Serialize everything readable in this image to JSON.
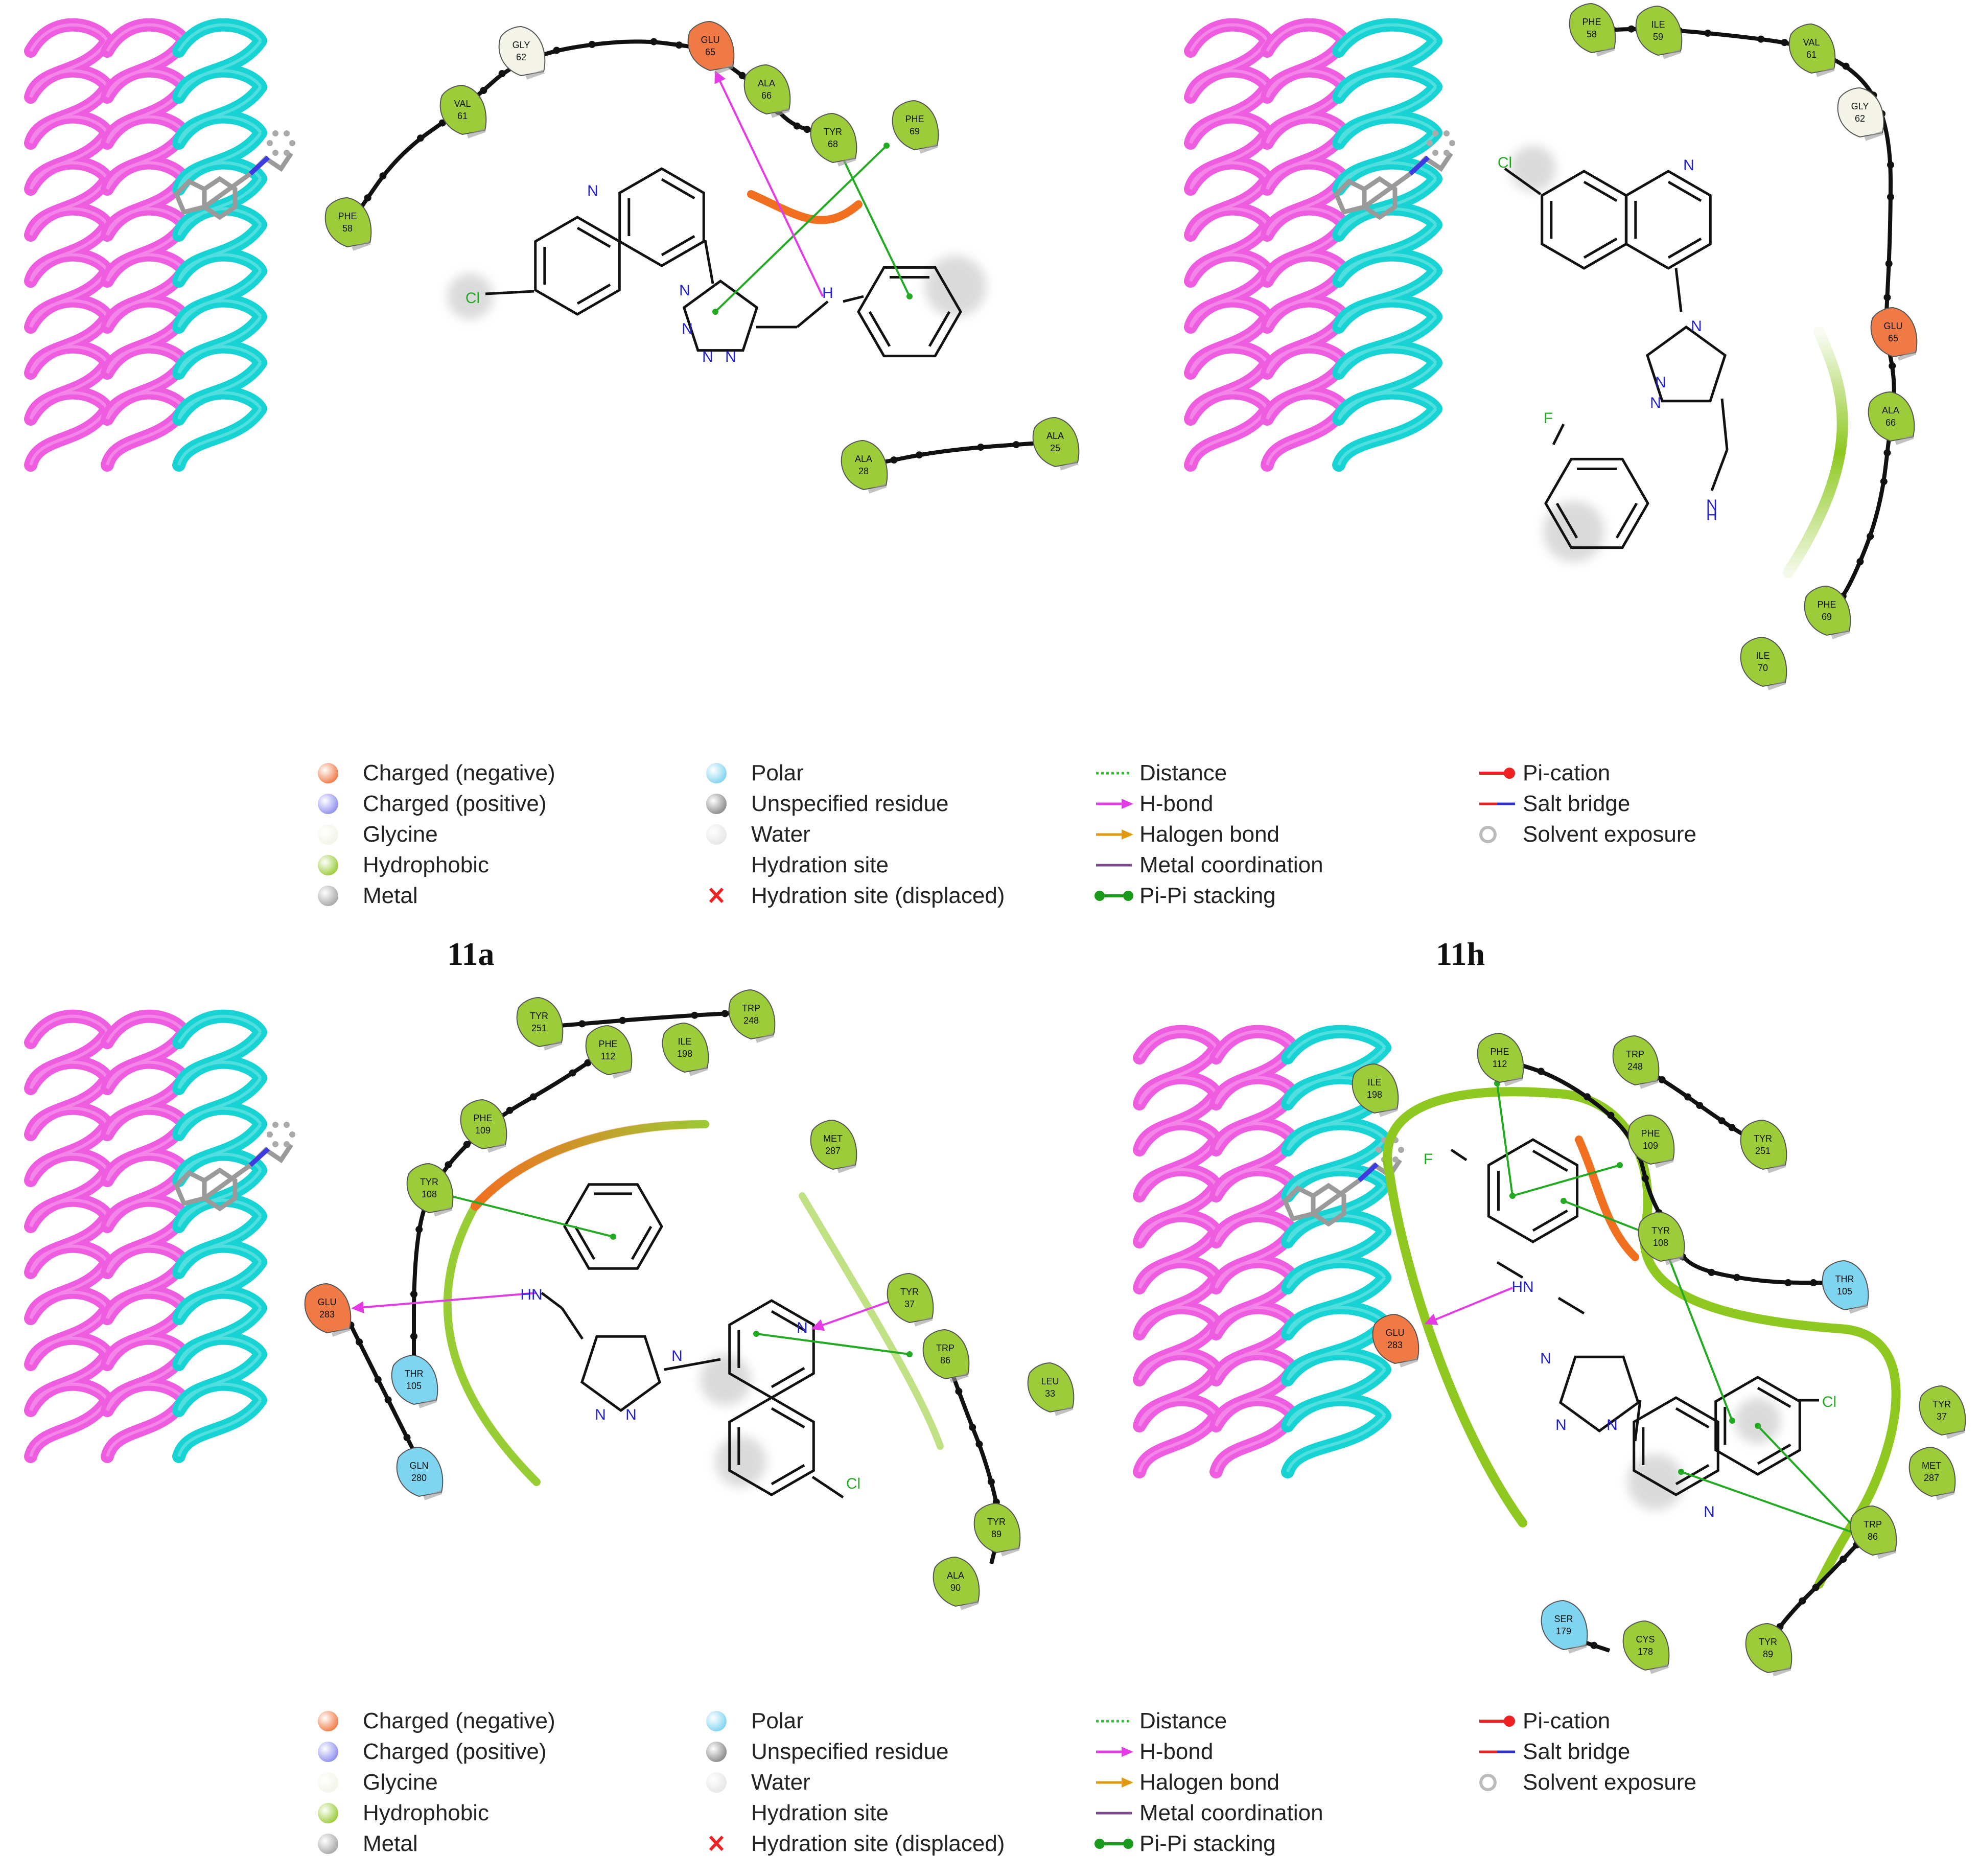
{
  "panels": [
    {
      "label": "11a",
      "residues": [
        {
          "name": "GLY",
          "num": "62",
          "kind": "glycine"
        },
        {
          "name": "GLU",
          "num": "65",
          "kind": "negative"
        },
        {
          "name": "ALA",
          "num": "66",
          "kind": "hydrophobic"
        },
        {
          "name": "VAL",
          "num": "61",
          "kind": "hydrophobic"
        },
        {
          "name": "TYR",
          "num": "68",
          "kind": "hydrophobic"
        },
        {
          "name": "PHE",
          "num": "69",
          "kind": "hydrophobic"
        },
        {
          "name": "PHE",
          "num": "58",
          "kind": "hydrophobic"
        },
        {
          "name": "ALA",
          "num": "25",
          "kind": "hydrophobic"
        },
        {
          "name": "ALA",
          "num": "28",
          "kind": "hydrophobic"
        }
      ],
      "atoms": [
        "N",
        "Cl",
        "N",
        "N",
        "N",
        "N",
        "H"
      ]
    },
    {
      "label": "11h",
      "residues": [
        {
          "name": "PHE",
          "num": "58",
          "kind": "hydrophobic"
        },
        {
          "name": "ILE",
          "num": "59",
          "kind": "hydrophobic"
        },
        {
          "name": "VAL",
          "num": "61",
          "kind": "hydrophobic"
        },
        {
          "name": "GLY",
          "num": "62",
          "kind": "glycine"
        },
        {
          "name": "GLU",
          "num": "65",
          "kind": "negative"
        },
        {
          "name": "ALA",
          "num": "66",
          "kind": "hydrophobic"
        },
        {
          "name": "PHE",
          "num": "69",
          "kind": "hydrophobic"
        },
        {
          "name": "ILE",
          "num": "70",
          "kind": "hydrophobic"
        }
      ],
      "atoms": [
        "Cl",
        "N",
        "N",
        "N",
        "N",
        "F",
        "N",
        "H"
      ]
    },
    {
      "label": "",
      "residues": [
        {
          "name": "TYR",
          "num": "251",
          "kind": "hydrophobic"
        },
        {
          "name": "TRP",
          "num": "248",
          "kind": "hydrophobic"
        },
        {
          "name": "PHE",
          "num": "112",
          "kind": "hydrophobic"
        },
        {
          "name": "ILE",
          "num": "198",
          "kind": "hydrophobic"
        },
        {
          "name": "PHE",
          "num": "109",
          "kind": "hydrophobic"
        },
        {
          "name": "MET",
          "num": "287",
          "kind": "hydrophobic"
        },
        {
          "name": "TYR",
          "num": "108",
          "kind": "hydrophobic"
        },
        {
          "name": "GLU",
          "num": "283",
          "kind": "negative"
        },
        {
          "name": "THR",
          "num": "105",
          "kind": "polar"
        },
        {
          "name": "TYR",
          "num": "37",
          "kind": "hydrophobic"
        },
        {
          "name": "TRP",
          "num": "86",
          "kind": "hydrophobic"
        },
        {
          "name": "LEU",
          "num": "33",
          "kind": "hydrophobic"
        },
        {
          "name": "GLN",
          "num": "280",
          "kind": "polar"
        },
        {
          "name": "TYR",
          "num": "89",
          "kind": "hydrophobic"
        },
        {
          "name": "ALA",
          "num": "90",
          "kind": "hydrophobic"
        }
      ],
      "atoms": [
        "HN",
        "N",
        "N",
        "N",
        "N",
        "Cl"
      ]
    },
    {
      "label": "",
      "residues": [
        {
          "name": "TRP",
          "num": "248",
          "kind": "hydrophobic"
        },
        {
          "name": "PHE",
          "num": "112",
          "kind": "hydrophobic"
        },
        {
          "name": "ILE",
          "num": "198",
          "kind": "hydrophobic"
        },
        {
          "name": "PHE",
          "num": "109",
          "kind": "hydrophobic"
        },
        {
          "name": "TYR",
          "num": "251",
          "kind": "hydrophobic"
        },
        {
          "name": "TYR",
          "num": "108",
          "kind": "hydrophobic"
        },
        {
          "name": "THR",
          "num": "105",
          "kind": "polar"
        },
        {
          "name": "GLU",
          "num": "283",
          "kind": "negative"
        },
        {
          "name": "TYR",
          "num": "37",
          "kind": "hydrophobic"
        },
        {
          "name": "MET",
          "num": "287",
          "kind": "hydrophobic"
        },
        {
          "name": "TRP",
          "num": "86",
          "kind": "hydrophobic"
        },
        {
          "name": "SER",
          "num": "179",
          "kind": "polar"
        },
        {
          "name": "CYS",
          "num": "178",
          "kind": "hydrophobic"
        },
        {
          "name": "TYR",
          "num": "89",
          "kind": "hydrophobic"
        }
      ],
      "atoms": [
        "F",
        "HN",
        "N",
        "N",
        "N",
        "Cl",
        "N"
      ]
    }
  ],
  "legend": [
    {
      "label": "Charged (negative)",
      "symbol": "negative"
    },
    {
      "label": "Charged (positive)",
      "symbol": "positive"
    },
    {
      "label": "Glycine",
      "symbol": "glycine"
    },
    {
      "label": "Hydrophobic",
      "symbol": "hydrophobic"
    },
    {
      "label": "Metal",
      "symbol": "metal"
    },
    {
      "label": "Polar",
      "symbol": "polar"
    },
    {
      "label": "Unspecified residue",
      "symbol": "unspecified"
    },
    {
      "label": "Water",
      "symbol": "water"
    },
    {
      "label": "Hydration site",
      "symbol": "none"
    },
    {
      "label": "Hydration site (displaced)",
      "symbol": "cross"
    },
    {
      "label": "Distance",
      "symbol": "distance"
    },
    {
      "label": "H-bond",
      "symbol": "hbond"
    },
    {
      "label": "Halogen bond",
      "symbol": "halogen"
    },
    {
      "label": "Metal coordination",
      "symbol": "metalcoord"
    },
    {
      "label": "Pi-Pi stacking",
      "symbol": "pipi"
    },
    {
      "label": "Pi-cation",
      "symbol": "pication"
    },
    {
      "label": "Salt bridge",
      "symbol": "saltbridge"
    },
    {
      "label": "Solvent exposure",
      "symbol": "solvent"
    }
  ],
  "colors": {
    "negative": "#f07a45",
    "positive": "#8f8ff0",
    "glycine": "#f4f4e8",
    "hydrophobic": "#9ccc3a",
    "polar": "#7fd4f0",
    "unspecified": "#8a8a8a",
    "water": "#e6e6e6",
    "metal": "#a8a8a8",
    "helix_pink": "#ee5ddf",
    "helix_cyan": "#17d3d3",
    "pipi": "#22aa22",
    "hbond": "#e53be6",
    "halogen": "#e09a10",
    "pocket_green": "#8ec820",
    "pocket_orange": "#f07020",
    "atom_n": "#2222cc",
    "atom_cl": "#22aa22"
  }
}
